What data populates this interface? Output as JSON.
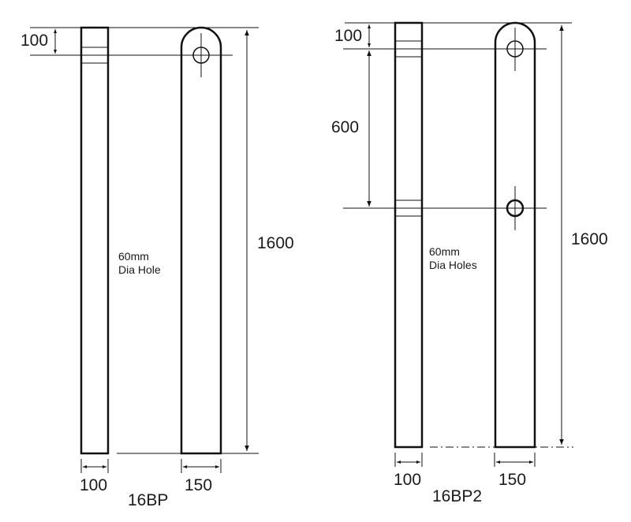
{
  "drawings": [
    {
      "title": "16BP",
      "top_offset_dim": "100",
      "height_dim": "1600",
      "post_width_dim": "100",
      "plate_width_dim": "150",
      "hole_note_line1": "60mm",
      "hole_note_line2": "Dia Hole"
    },
    {
      "title": "16BP2",
      "top_offset_dim": "100",
      "hole_spacing_dim": "600",
      "height_dim": "1600",
      "post_width_dim": "100",
      "plate_width_dim": "150",
      "hole_note_line1": "60mm",
      "hole_note_line2": "Dia Holes"
    }
  ],
  "colors": {
    "line": "#111111",
    "background": "#ffffff"
  }
}
